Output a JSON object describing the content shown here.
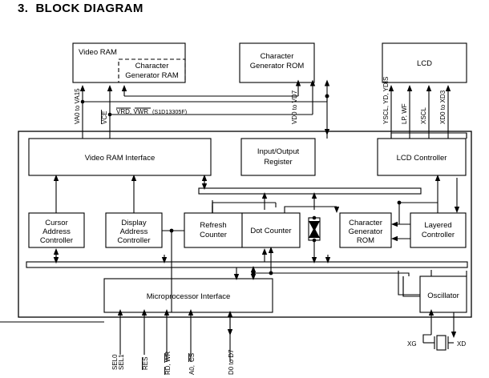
{
  "page": {
    "title": "3.  BLOCK DIAGRAM"
  },
  "blocks": {
    "video_ram": "Video RAM",
    "char_gen_ram_l1": "Character",
    "char_gen_ram_l2": "Generator RAM",
    "char_gen_rom_top_l1": "Character",
    "char_gen_rom_top_l2": "Generator ROM",
    "lcd": "LCD",
    "video_ram_interface": "Video RAM Interface",
    "io_register_l1": "Input/Output",
    "io_register_l2": "Register",
    "lcd_controller": "LCD Controller",
    "cursor_addr_l1": "Cursor",
    "cursor_addr_l2": "Address",
    "cursor_addr_l3": "Controller",
    "display_addr_l1": "Display",
    "display_addr_l2": "Address",
    "display_addr_l3": "Controller",
    "refresh_counter_l1": "Refresh",
    "refresh_counter_l2": "Counter",
    "dot_counter": "Dot Counter",
    "char_gen_rom_l1": "Character",
    "char_gen_rom_l2": "Generator",
    "char_gen_rom_l3": "ROM",
    "layered_ctrl_l1": "Layered",
    "layered_ctrl_l2": "Controller",
    "microprocessor_interface": "Microprocessor Interface",
    "oscillator": "Oscillator"
  },
  "signals": {
    "va": "VA0 to VA15",
    "vce": "VCE",
    "vrd_vwr": "VRD, VWR",
    "vrd_vwr_suffix": " (S1D13305F)",
    "vd": "VD0 to VD7",
    "yscl_yd_ydis": "YSCL, YD, YDIS",
    "lp_wf": "LP, WF",
    "xscl": "XSCL",
    "xd03": "XD0 to XD3",
    "sel0": "SEL0",
    "sel1": "SEL1",
    "res": "RES",
    "rd_wr": "RD, WR",
    "a0_cs_a": "A0, ",
    "a0_cs_b": "CS",
    "d0_d7": "D0 to D7",
    "xg": "XG",
    "xd": "XD"
  },
  "colors": {
    "line": "#000000",
    "fill": "#ffffff",
    "text": "#000000"
  }
}
